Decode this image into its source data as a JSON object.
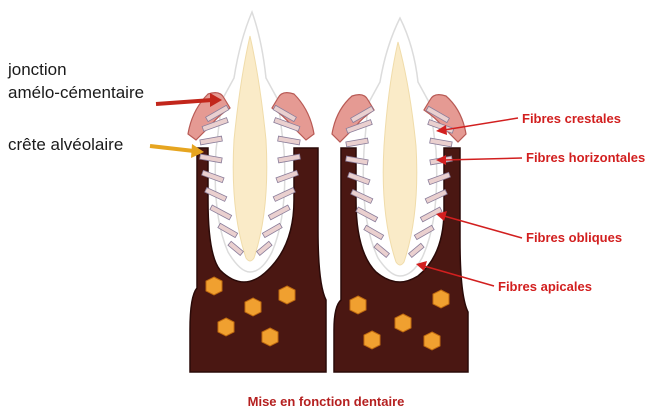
{
  "labels": {
    "junction_line1": "jonction",
    "junction_line2": "amélo-cémentaire",
    "alveolar_crest": "crête alvéolaire",
    "fibres_crestales": "Fibres crestales",
    "fibres_horizontales": "Fibres horizontales",
    "fibres_obliques": "Fibres  obliques",
    "fibres_apicales": "Fibres  apicales"
  },
  "caption": "Mise en fonction dentaire",
  "colors": {
    "bone": "#4a1712",
    "bone_outline": "#2a0a08",
    "pdl_space": "#ffffff",
    "enamel_outline": "#dcdcdc",
    "pulp": "#faebc8",
    "gingiva": "#e59a93",
    "gingiva_outline": "#b85a55",
    "fibre_fill": "#ead0cf",
    "fibre_outline": "#8a7d9a",
    "marrow": "#f0a030",
    "marrow_outline": "#c06a10",
    "arrow_dark_red": "#c2261b",
    "arrow_yellow": "#e6a520",
    "arrow_red": "#d21f1f"
  }
}
